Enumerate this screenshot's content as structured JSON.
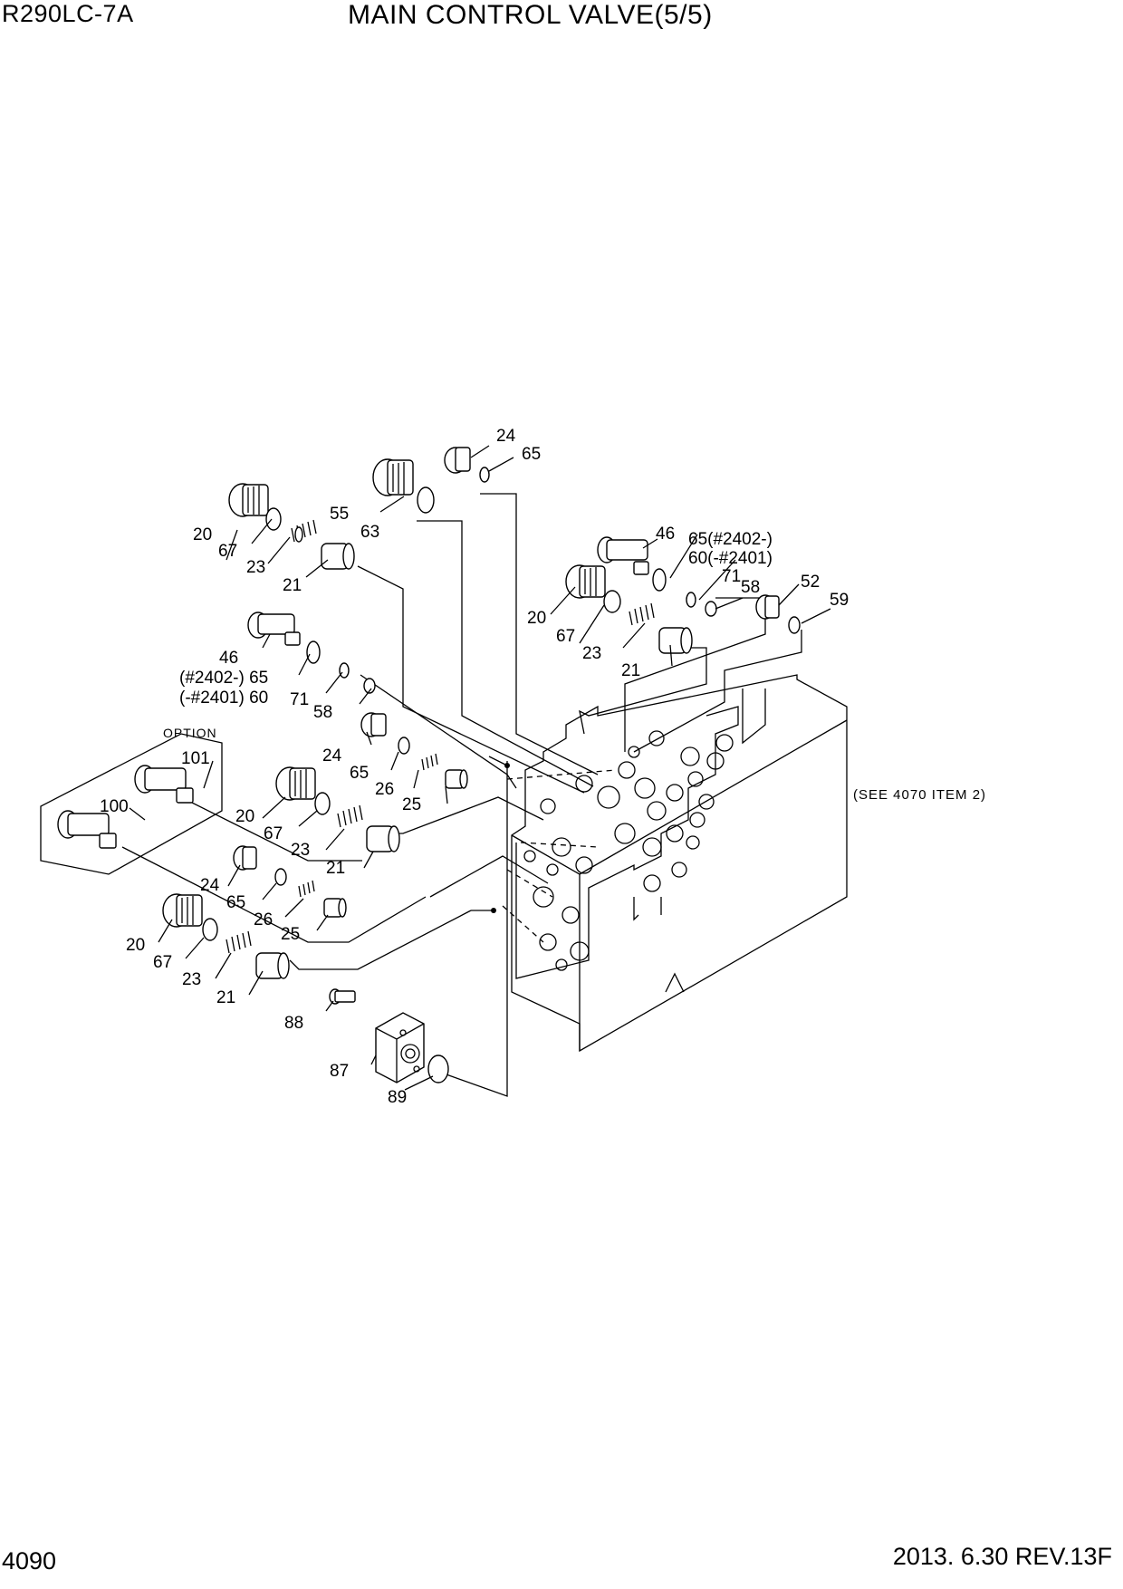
{
  "header": {
    "model": "R290LC-7A",
    "title": "MAIN CONTROL VALVE(5/5)"
  },
  "footer": {
    "page_number": "4090",
    "date_revision": "2013. 6.30  REV.13F"
  },
  "diagram": {
    "option_label": "OPTION",
    "reference_note": "(SEE 4070 ITEM 2)",
    "callouts": {
      "c1": "24",
      "c2": "65",
      "c3": "55",
      "c4": "63",
      "c5": "20",
      "c6": "67",
      "c7": "23",
      "c8": "21",
      "c9": "46",
      "c10": "65(#2402-)",
      "c11": "60(-#2401)",
      "c12": "71",
      "c13": "58",
      "c14": "52",
      "c15": "59",
      "c16": "20",
      "c17": "67",
      "c18": "23",
      "c19": "21",
      "c20": "46",
      "c21": "(#2402-) 65",
      "c22": "(-#2401) 60",
      "c23": "71",
      "c24": "58",
      "c25": "101",
      "c26": "100",
      "c27": "24",
      "c28": "65",
      "c29": "26",
      "c30": "25",
      "c31": "20",
      "c32": "67",
      "c33": "23",
      "c34": "21",
      "c35": "24",
      "c36": "65",
      "c37": "26",
      "c38": "25",
      "c39": "20",
      "c40": "67",
      "c41": "23",
      "c42": "21",
      "c43": "88",
      "c44": "87",
      "c45": "89"
    }
  }
}
